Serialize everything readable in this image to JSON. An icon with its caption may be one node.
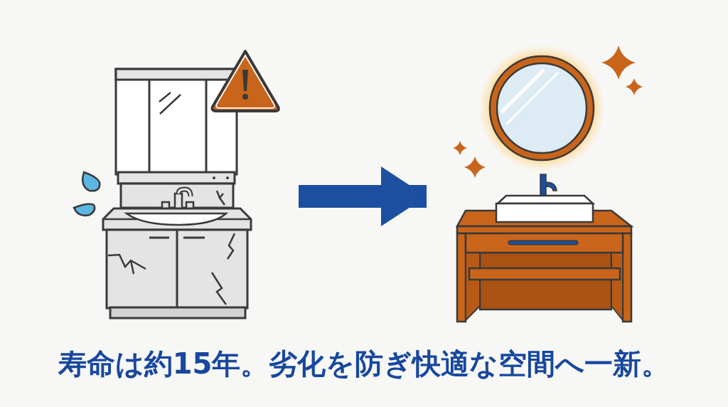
{
  "diagram": {
    "caption": "寿命は約15年。劣化を防ぎ快適な空間へ一新。",
    "nodes": [
      {
        "text": [],
        "shape": "picture"
      },
      {
        "text": [],
        "shape": "picture"
      }
    ],
    "edges": [
      {
        "from": 0,
        "to": 1,
        "arrow": "to"
      }
    ]
  }
}
